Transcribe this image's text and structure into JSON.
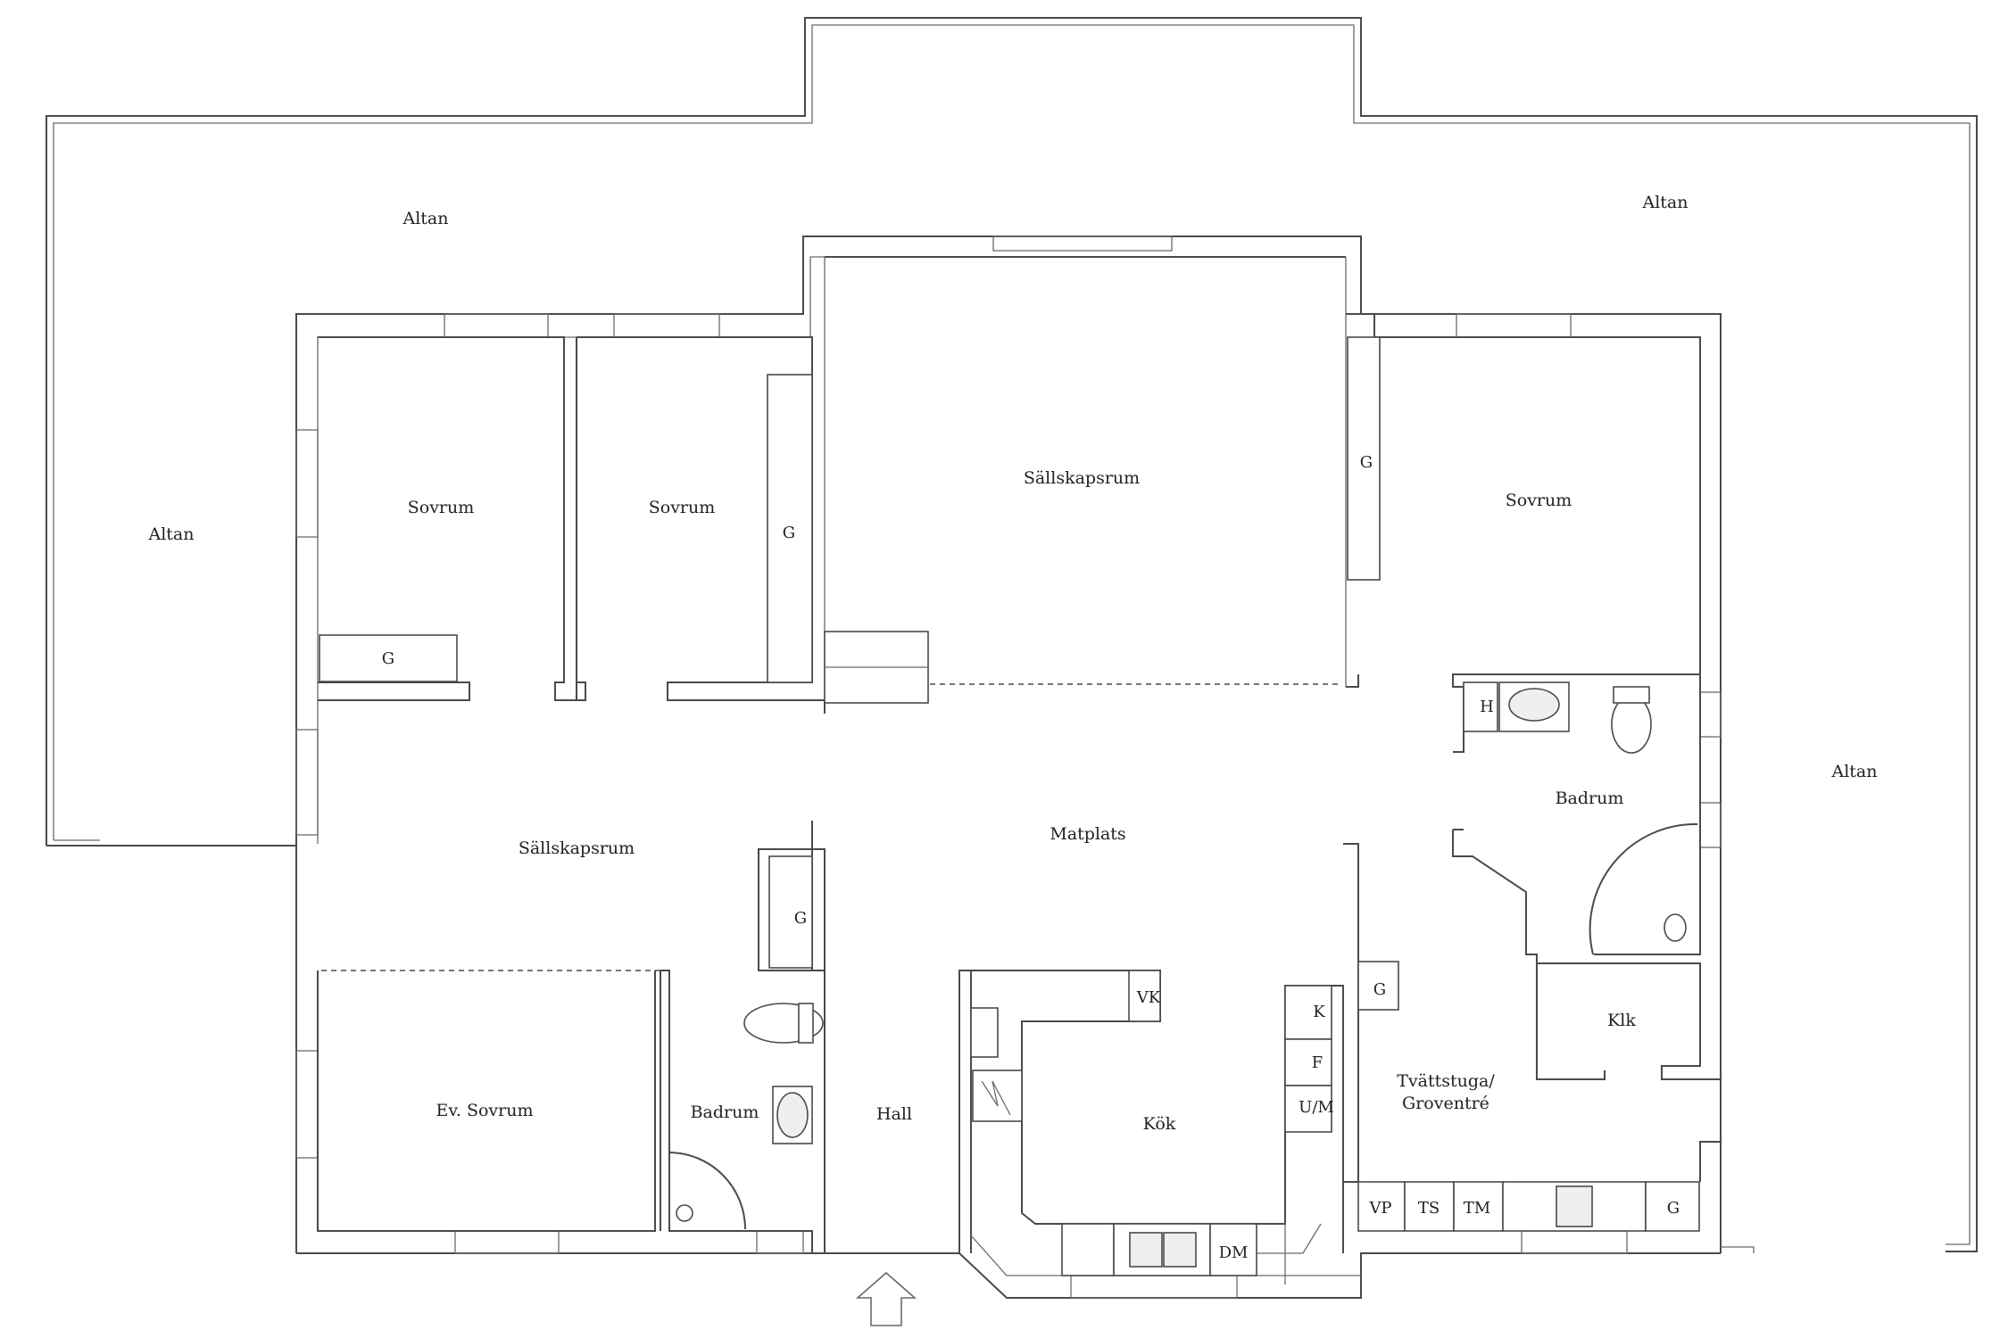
{
  "rooms": {
    "altan_top_left": "Altan",
    "altan_top_right": "Altan",
    "altan_left": "Altan",
    "altan_right": "Altan",
    "sovrum_1": "Sovrum",
    "sovrum_2": "Sovrum",
    "sallskapsrum_top": "Sällskapsrum",
    "sovrum_3": "Sovrum",
    "sallskapsrum_left": "Sällskapsrum",
    "matplats": "Matplats",
    "badrum_right": "Badrum",
    "ev_sovrum": "Ev. Sovrum",
    "badrum_left": "Badrum",
    "hall": "Hall",
    "kok": "Kök",
    "klk": "Klk",
    "tvattstuga_line1": "Tvättstuga/",
    "tvattstuga_line2": "Groventré"
  },
  "fixtures": {
    "g_sovrum1": "G",
    "g_sovrum2": "G",
    "g_sovrum3": "G",
    "g_hall": "G",
    "g_tvatt": "G",
    "g_bottom": "G",
    "h": "H",
    "vk": "VK",
    "k": "K",
    "f": "F",
    "um": "U/M",
    "dm": "DM",
    "vp": "VP",
    "ts": "TS",
    "tm": "TM"
  }
}
